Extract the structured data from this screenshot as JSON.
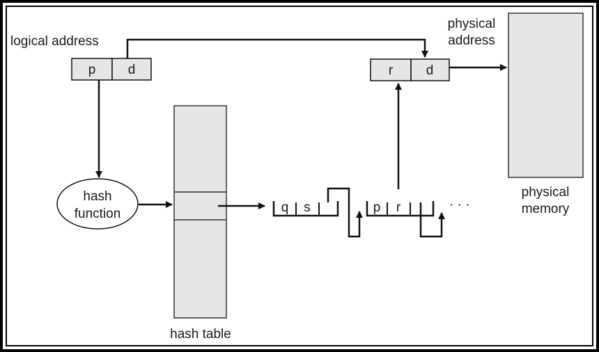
{
  "labels": {
    "logical_address": "logical address",
    "physical_address_line1": "physical",
    "physical_address_line2": "address",
    "hash_function_line1": "hash",
    "hash_function_line2": "function",
    "hash_table": "hash table",
    "physical_memory_line1": "physical",
    "physical_memory_line2": "memory",
    "ellipsis": "· · ·"
  },
  "logical_address_fields": [
    "p",
    "d"
  ],
  "physical_address_fields": [
    "r",
    "d"
  ],
  "chain_nodes": [
    {
      "fields": [
        "q",
        "s"
      ]
    },
    {
      "fields": [
        "p",
        "r"
      ]
    }
  ],
  "colors": {
    "box_fill": "#e6e6e6",
    "line": "#111111",
    "frame": "#000000"
  }
}
